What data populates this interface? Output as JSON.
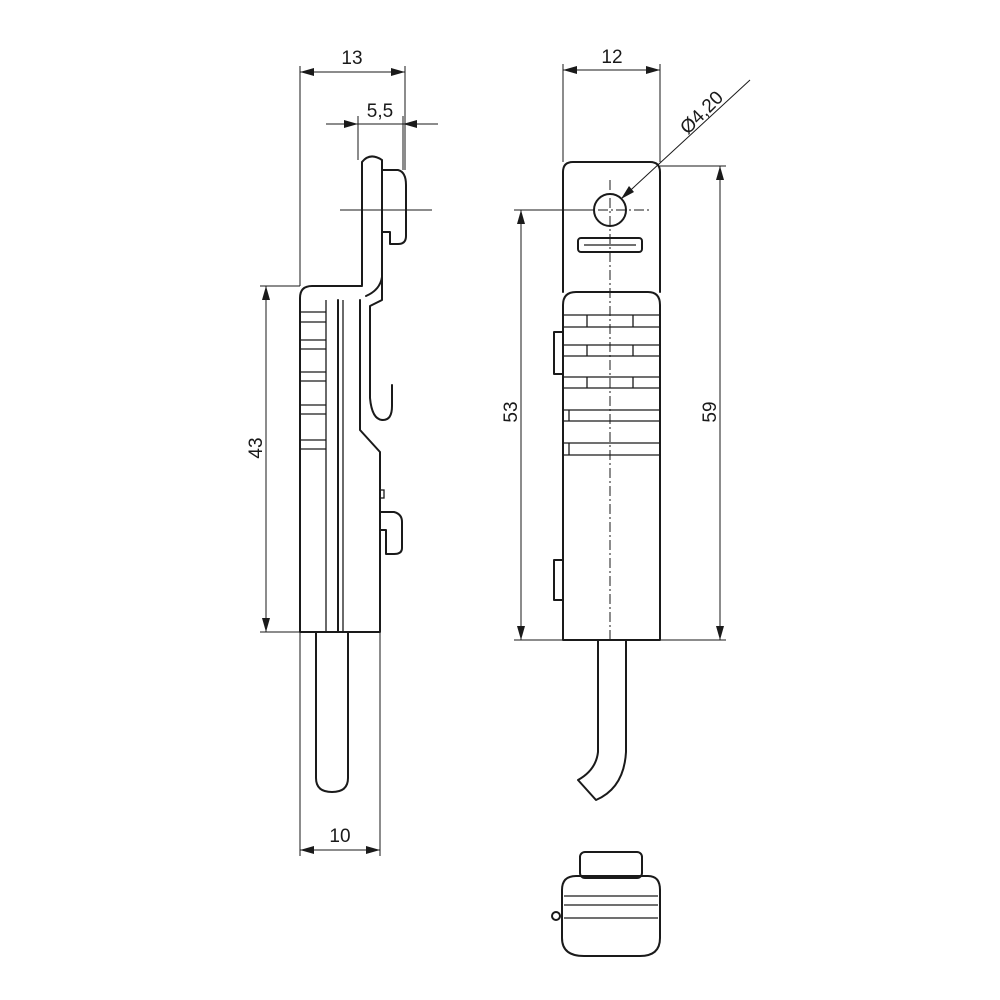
{
  "dimensions": {
    "top_width_side": "13",
    "hook_offset": "5,5",
    "height_side": "43",
    "bottom_width_side": "10",
    "top_width_front": "12",
    "hole_diameter": "Ø4,20",
    "height_hole": "53",
    "height_total": "59"
  }
}
